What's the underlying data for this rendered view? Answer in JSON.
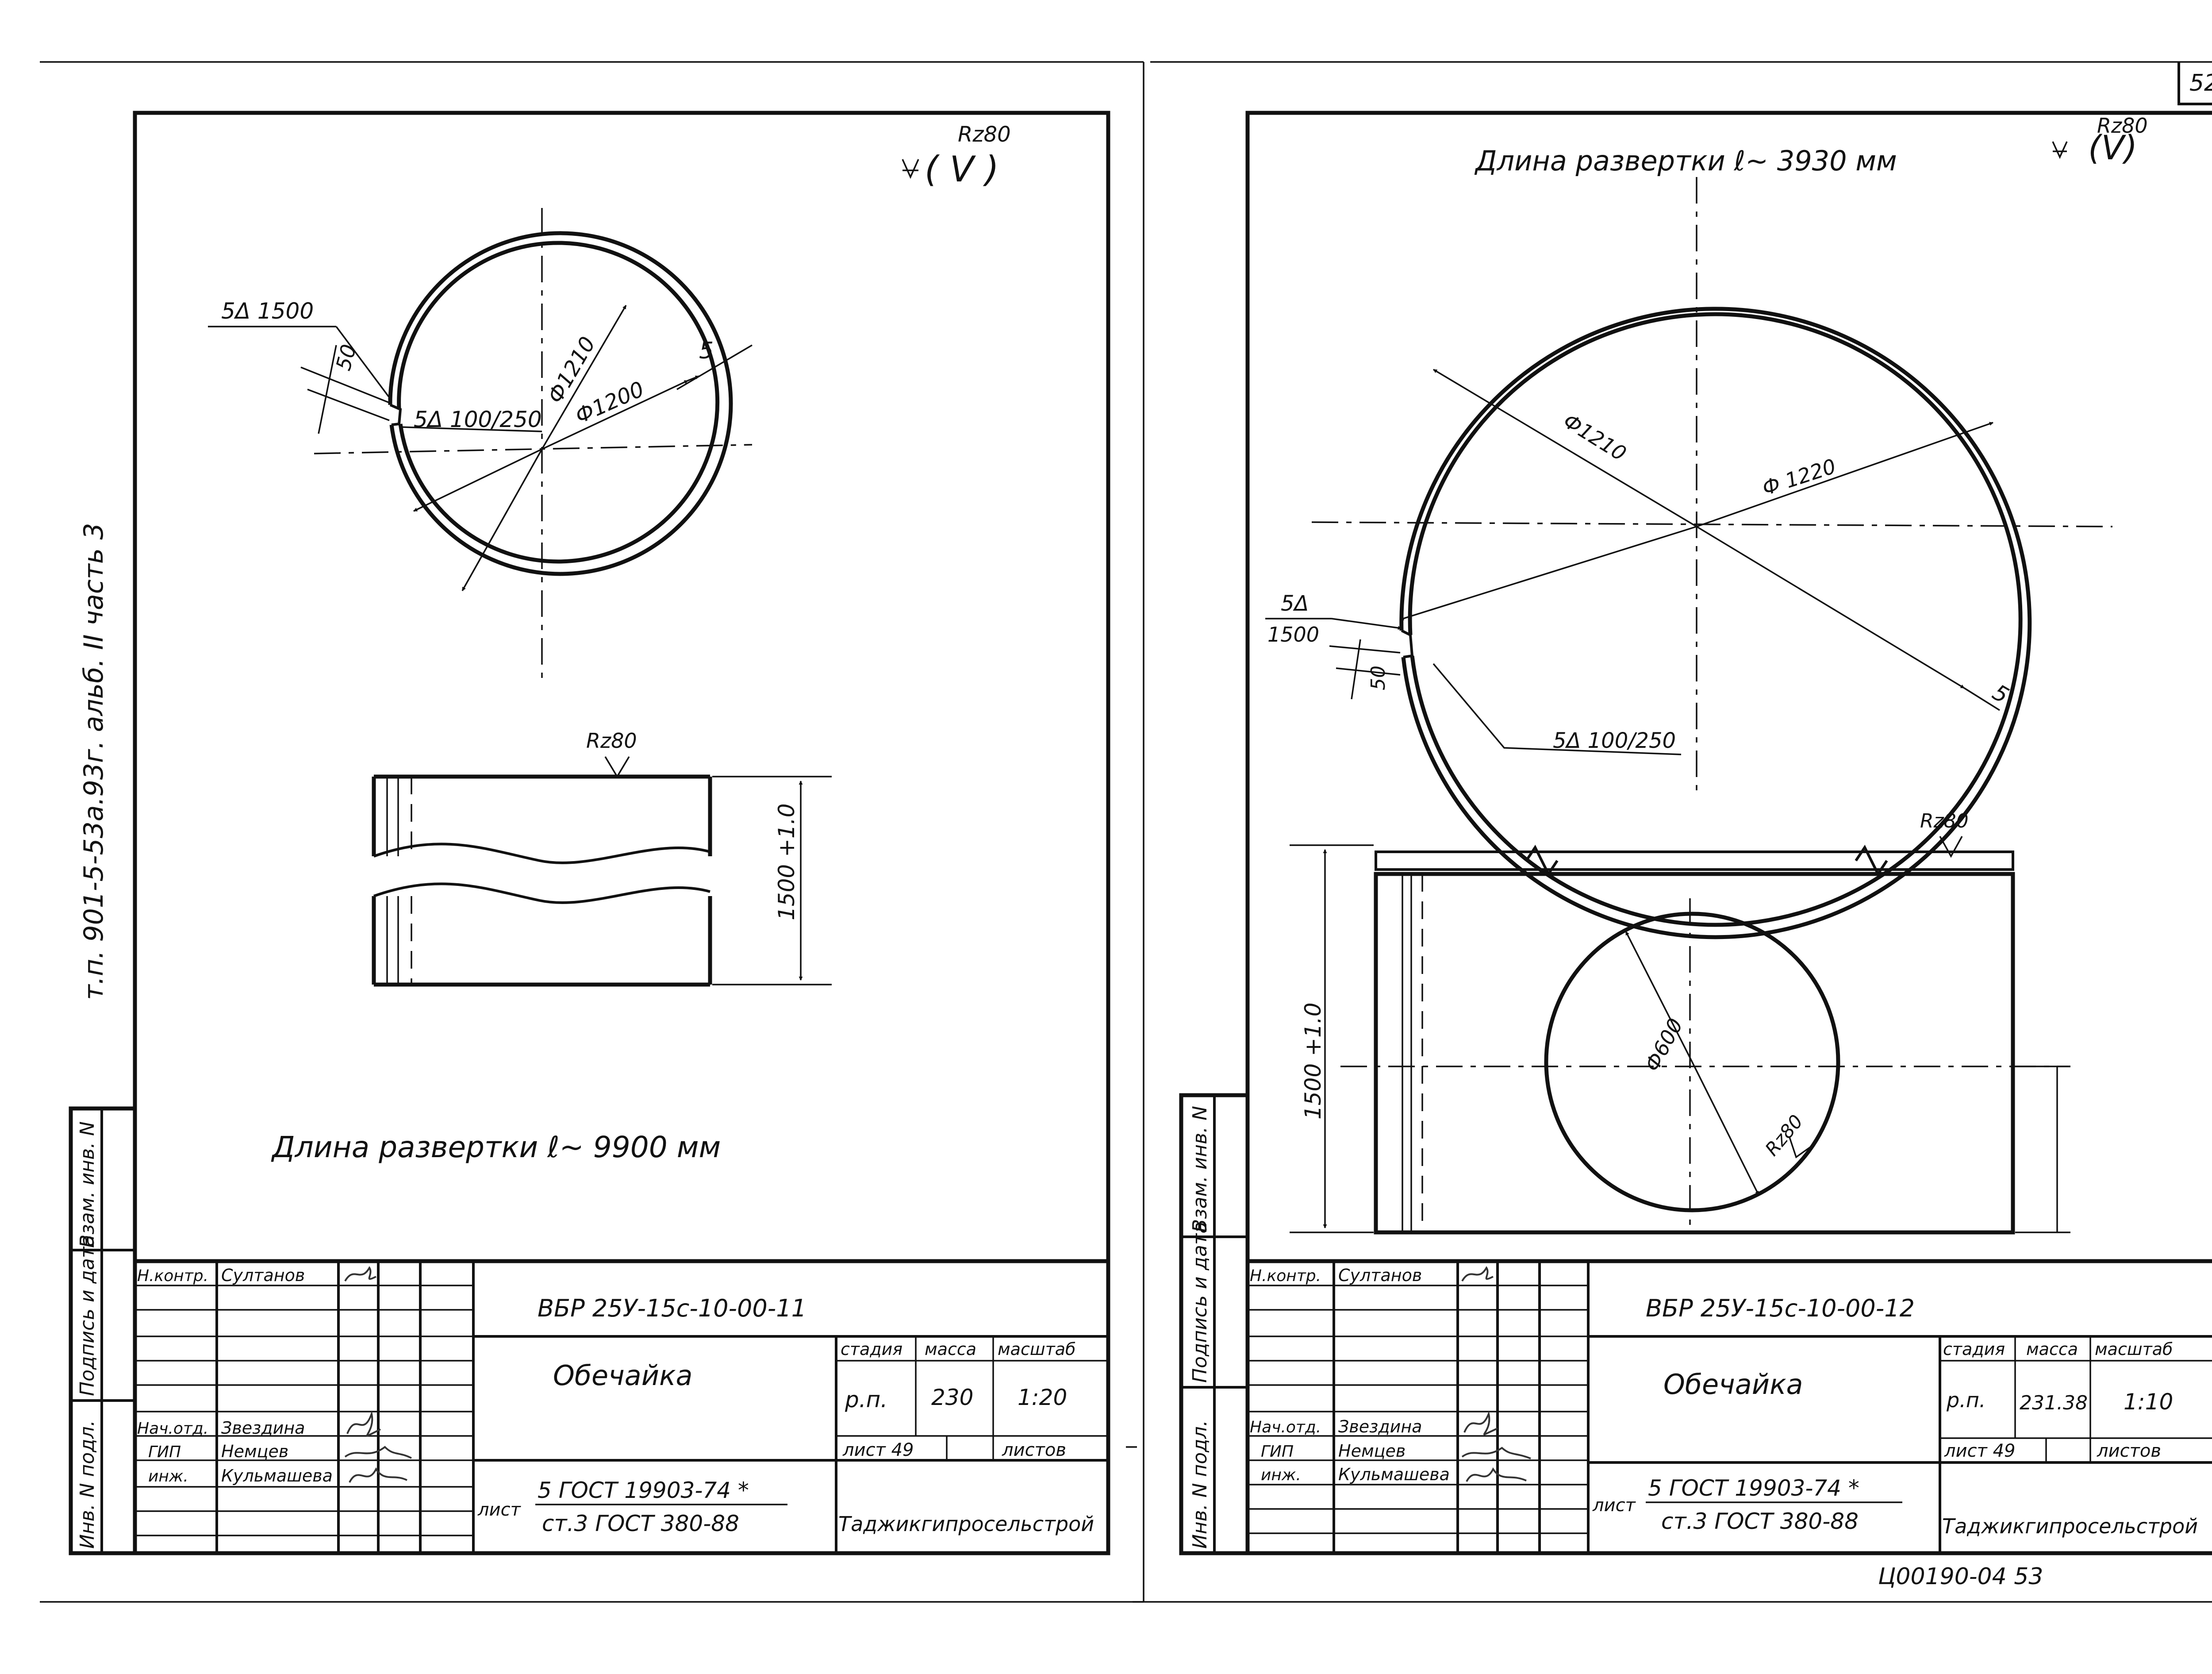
{
  "page": {
    "sheet_number": "52",
    "page_code": "Ц00190-04   53"
  },
  "side_margin": {
    "series": "т.п.  901-5-53а.93г.  альб. II  часть 3",
    "stamp_labels": [
      "Взам. инв. N",
      "Подпись и дата",
      "Инв. N подл."
    ]
  },
  "left": {
    "roughness_overall": "Rz80",
    "weld_top": "5Δ 1500",
    "weld_bottom": "5Δ 100/250",
    "gap": "50",
    "thickness": "5",
    "dia_outer": "Ф1210",
    "dia_inner": "Ф1200",
    "side_roughness": "Rz80",
    "height": "1500 +1.0",
    "unroll": "Длина развертки  ℓ~ 9900 мм",
    "title_block": {
      "code": "ВБР  25У-15с-10-00-11",
      "name": "Обечайка",
      "stage_h": "стадия",
      "mass_h": "масса",
      "scale_h": "масштаб",
      "stage": "р.п.",
      "mass": "230",
      "scale": "1:20",
      "sheet": "лист 49",
      "sheets": "листов",
      "material_label": "лист",
      "material_top": "5 ГОСТ 19903-74 *",
      "material_bottom": "ст.3  ГОСТ 380-88",
      "org": "Таджикгипросельстрой",
      "people": [
        {
          "role": "Н.контр.",
          "name": "Султанов"
        },
        {
          "role": "Нач.отд.",
          "name": "Звездина"
        },
        {
          "role": "ГИП",
          "name": "Немцев"
        },
        {
          "role": "инж.",
          "name": "Кульмашева"
        }
      ]
    }
  },
  "right": {
    "roughness_overall": "Rz80",
    "unroll": "Длина развертки  ℓ~ 3930 мм",
    "dia_inner": "Ф1210",
    "dia_outer": "Ф 1220",
    "weld_top_a": "5Δ",
    "weld_top_b": "1500",
    "gap": "50",
    "thickness": "5",
    "weld_bottom": "5Δ 100/250",
    "side_roughness": "Rz80",
    "hole_dia": "Ф600",
    "hole_roughness": "Rz80",
    "height": "1500 +1.0",
    "title_block": {
      "code": "ВБР  25У-15с-10-00-12",
      "name": "Обечайка",
      "stage_h": "стадия",
      "mass_h": "масса",
      "scale_h": "масштаб",
      "stage": "р.п.",
      "mass": "231.38",
      "scale": "1:10",
      "sheet": "лист 49",
      "sheets": "листов",
      "material_label": "лист",
      "material_top": "5 ГОСТ 19903-74 *",
      "material_bottom": "ст.3  ГОСТ 380-88",
      "org": "Таджикгипросельстрой",
      "people": [
        {
          "role": "Н.контр.",
          "name": "Султанов"
        },
        {
          "role": "Нач.отд.",
          "name": "Звездина"
        },
        {
          "role": "ГИП",
          "name": "Немцев"
        },
        {
          "role": "инж.",
          "name": "Кульмашева"
        }
      ]
    }
  }
}
